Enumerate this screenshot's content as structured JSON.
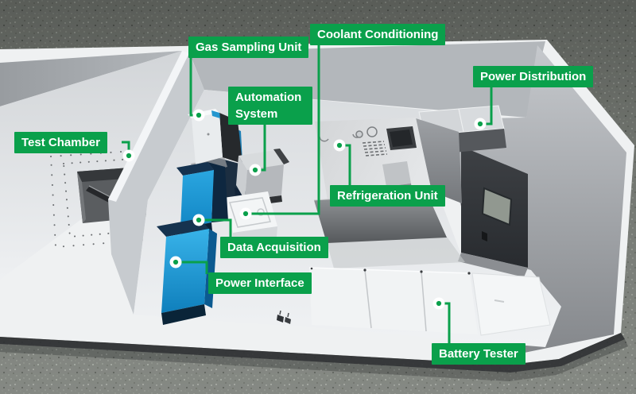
{
  "labels": {
    "test_chamber": "Test Chamber",
    "gas_sampling_unit": "Gas Sampling Unit",
    "coolant_conditioning": "Coolant Conditioning",
    "automation_system": "Automation System",
    "power_distribution": "Power Distribution",
    "refrigeration_unit": "Refrigeration Unit",
    "data_acquisition": "Data Acquisition",
    "power_interface": "Power Interface",
    "battery_tester": "Battery Tester"
  },
  "colors": {
    "accent_green": "#0AA04B",
    "label_text": "#FFFFFF",
    "equipment_blue": "#1E9AD6",
    "dark_navy": "#16324F",
    "ground_grey": "#7C807A",
    "wall_grey": "#B3B7BB",
    "white_surface": "#EFF1F2"
  }
}
